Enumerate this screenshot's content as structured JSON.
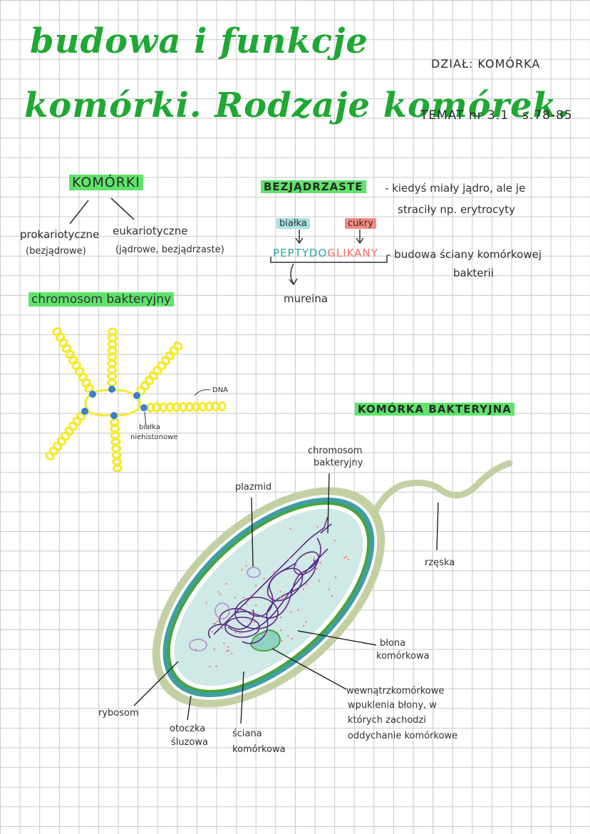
{
  "title": {
    "line1": "budowa i funkcje",
    "line2": "komórki. Rodzaje komórek."
  },
  "section": "DZIAŁ: KOMÓRKA",
  "topic": "TEMAT nr 3.1",
  "pages": "s.78-85",
  "cells_box": {
    "heading": "KOMÓRKI",
    "prokaryotic": "prokariotyczne",
    "prokaryotic_note": "(bezjądrowe)",
    "eukaryotic": "eukariotyczne",
    "eukaryotic_note": "(jądrowe, bezjądrzaste)"
  },
  "anucleate": {
    "heading": "BEZJĄDRZASTE",
    "definition_line1": "- kiedyś miały jądro, ale je",
    "definition_line2": "straciły np. erytrocyty"
  },
  "peptidoglycan": {
    "proteins_label": "białka",
    "sugars_label": "cukry",
    "word_part1": "PEPTYDO",
    "word_part2": "GLIKANY",
    "description_line1": "- budowa ściany komórkowej",
    "description_line2": "bakterii",
    "murein": "mureina"
  },
  "chromosome": {
    "heading": "chromosom bakteryjny",
    "dna_label": "DNA",
    "proteins_label_line1": "białka",
    "proteins_label_line2": "niehistonowe"
  },
  "bacterial_cell": {
    "heading": "KOMÓRKA BAKTERYJNA",
    "labels": {
      "chromosome_line1": "chromosom",
      "chromosome_line2": "bakteryjny",
      "plasmid": "plazmid",
      "flagellum": "rzęska",
      "membrane_line1": "błona",
      "membrane_line2": "komórkowa",
      "invaginations_line1": "wewnątrzkomórkowe",
      "invaginations_line2": "wpuklenia błony, w",
      "invaginations_line3": "których zachodzi",
      "invaginations_line4": "oddychanie komórkowe",
      "ribosome": "rybosom",
      "capsule_line1": "otoczka",
      "capsule_line2": "śluzowa",
      "wall_line1": "ściana",
      "wall_line2": "komórkowa"
    }
  },
  "colors": {
    "title_green": "#1fa834",
    "highlight_green": "#5fe36b",
    "highlight_teal": "#a8e2e3",
    "highlight_red": "#f48b83",
    "dna_yellow": "#f4ea2a",
    "capsule": "#c3d0a3",
    "wall": "#3f9ea3",
    "membrane": "#49a33a",
    "cytoplasm": "#cfe9e6",
    "chromosome_purple": "#5b2a86"
  }
}
